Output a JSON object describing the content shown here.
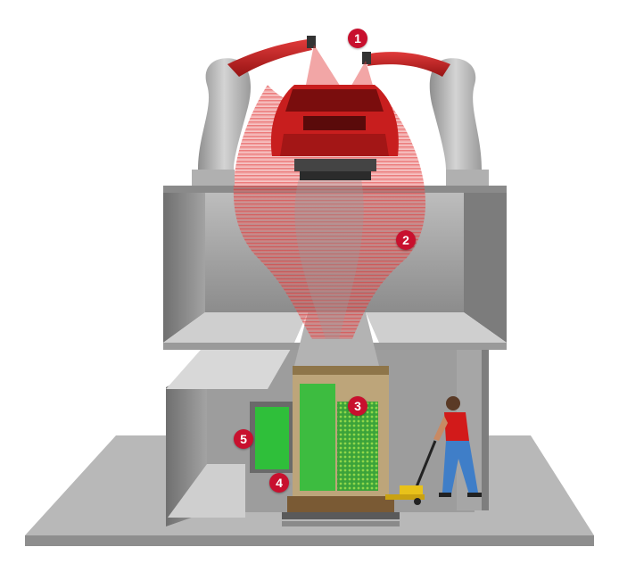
{
  "markers": [
    {
      "id": "1",
      "label": "1"
    },
    {
      "id": "2",
      "label": "2"
    },
    {
      "id": "3",
      "label": "3"
    },
    {
      "id": "4",
      "label": "4"
    },
    {
      "id": "5",
      "label": "5"
    }
  ],
  "colors": {
    "marker": "#c8102e",
    "car_body": "#c81e1e",
    "spray_mist": "#e23a3a",
    "robot_arm_upper": "#c61f1f",
    "robot_arm_lower": "#b5b5b5",
    "booth_walls": "#9a9a9a",
    "filter_panels": "#2fbf3a",
    "floor": "#b0b0b0",
    "worker_shirt": "#d21a1a",
    "worker_pants": "#3f7ec8",
    "pallet_jack": "#e8c21a"
  },
  "icons": [
    "painting-robot-icon",
    "car-body-icon",
    "spray-mist-icon",
    "filter-cartridge-icon",
    "worker-icon",
    "pallet-jack-icon"
  ]
}
